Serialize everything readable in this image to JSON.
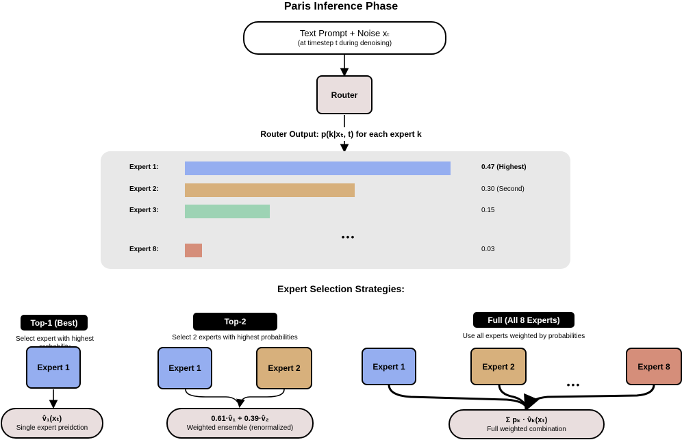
{
  "title": "Paris Inference Phase",
  "input": {
    "line1": "Text Prompt + Noise xₜ",
    "line2": "(at timestep t during denoising)"
  },
  "router": {
    "label": "Router"
  },
  "router_output": "Router Output: p(k|xₜ, t) for each expert k",
  "experts_panel": {
    "rows": [
      {
        "label": "Expert 1:",
        "probability": 0.47,
        "value_text": "0.47 (Highest)",
        "color": "#95aef0",
        "bold": true
      },
      {
        "label": "Expert 2:",
        "probability": 0.3,
        "value_text": "0.30 (Second)",
        "color": "#d7b07c",
        "bold": false
      },
      {
        "label": "Expert 3:",
        "probability": 0.15,
        "value_text": "0.15",
        "color": "#9dd3b4",
        "bold": false
      },
      {
        "label": "Expert 8:",
        "probability": 0.03,
        "value_text": "0.03",
        "color": "#d58e7a",
        "bold": false
      }
    ],
    "ellipsis": "•••"
  },
  "strategies_title": "Expert Selection Strategies:",
  "strategies": {
    "top1": {
      "tag": "Top-1 (Best)",
      "desc": "Select expert with highest probability",
      "experts": [
        "Expert 1"
      ],
      "result_line1": "v̂₁(xₜ)",
      "result_line2": "Single expert preidction"
    },
    "top2": {
      "tag": "Top-2",
      "desc": "Select 2 experts with highest probabilities",
      "experts": [
        "Expert 1",
        "Expert 2"
      ],
      "result_line1": "0.61·v̂₁ + 0.39·v̂₂",
      "result_line2": "Weighted ensemble (renormalized)"
    },
    "full": {
      "tag": "Full (All 8 Experts)",
      "desc": "Use all experts weighted by probabilities",
      "experts": [
        "Expert 1",
        "Expert 2",
        "Expert 8"
      ],
      "ellipsis": "•••",
      "result_line1": "Σ pₖ · v̂ₖ(xₜ)",
      "result_line2": "Full weighted combination"
    }
  },
  "colors": {
    "expert1": "#95aef0",
    "expert2": "#d7b07c",
    "expert8": "#d58e7a",
    "router": "#e9dede",
    "panel": "#e8e8e8"
  }
}
